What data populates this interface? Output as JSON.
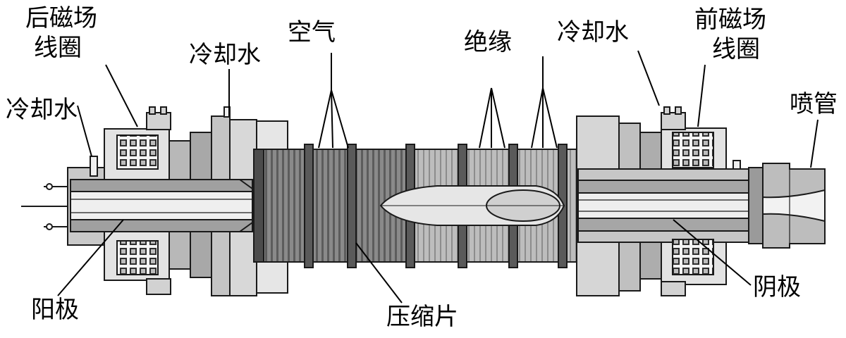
{
  "labels": {
    "rear_coil": "后磁场\n线圈",
    "cooling_water_top_left": "冷却水",
    "cooling_water_left": "冷却水",
    "air": "空气",
    "insulation": "绝缘",
    "cooling_water_top_right": "冷却水",
    "front_coil": "前磁场\n线圈",
    "nozzle": "喷管",
    "anode": "阳极",
    "compression_plates": "压缩片",
    "cathode": "阴极"
  },
  "colors": {
    "outline": "#1a1a1a",
    "dark_gray": "#6e6e6e",
    "mid_gray": "#9a9a9a",
    "light_gray": "#c8c8c8",
    "pale_gray": "#e2e2e2",
    "plate_dark": "#5a5a5a"
  }
}
